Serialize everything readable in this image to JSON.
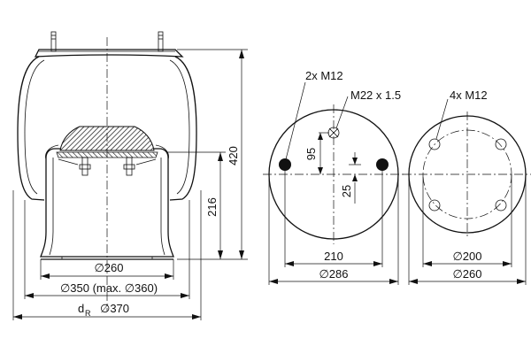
{
  "side_view": {
    "dimensions": {
      "height_total": "420",
      "height_piston": "216",
      "diameter_base": "∅260",
      "diameter_bellow": "∅350 (max. ∅360)",
      "diameter_nominal_symbol": "d",
      "diameter_nominal_subscript": "R",
      "diameter_nominal_value": "∅370"
    }
  },
  "top_plate": {
    "labels": {
      "studs": "2x M12",
      "air_fitting": "M22 x 1.5",
      "offset_air": "95",
      "offset_center": "25",
      "bolt_spacing": "210",
      "plate_diameter": "∅286"
    }
  },
  "bottom_plate": {
    "labels": {
      "holes": "4x M12",
      "bolt_circle": "∅200",
      "plate_diameter": "∅260"
    }
  }
}
